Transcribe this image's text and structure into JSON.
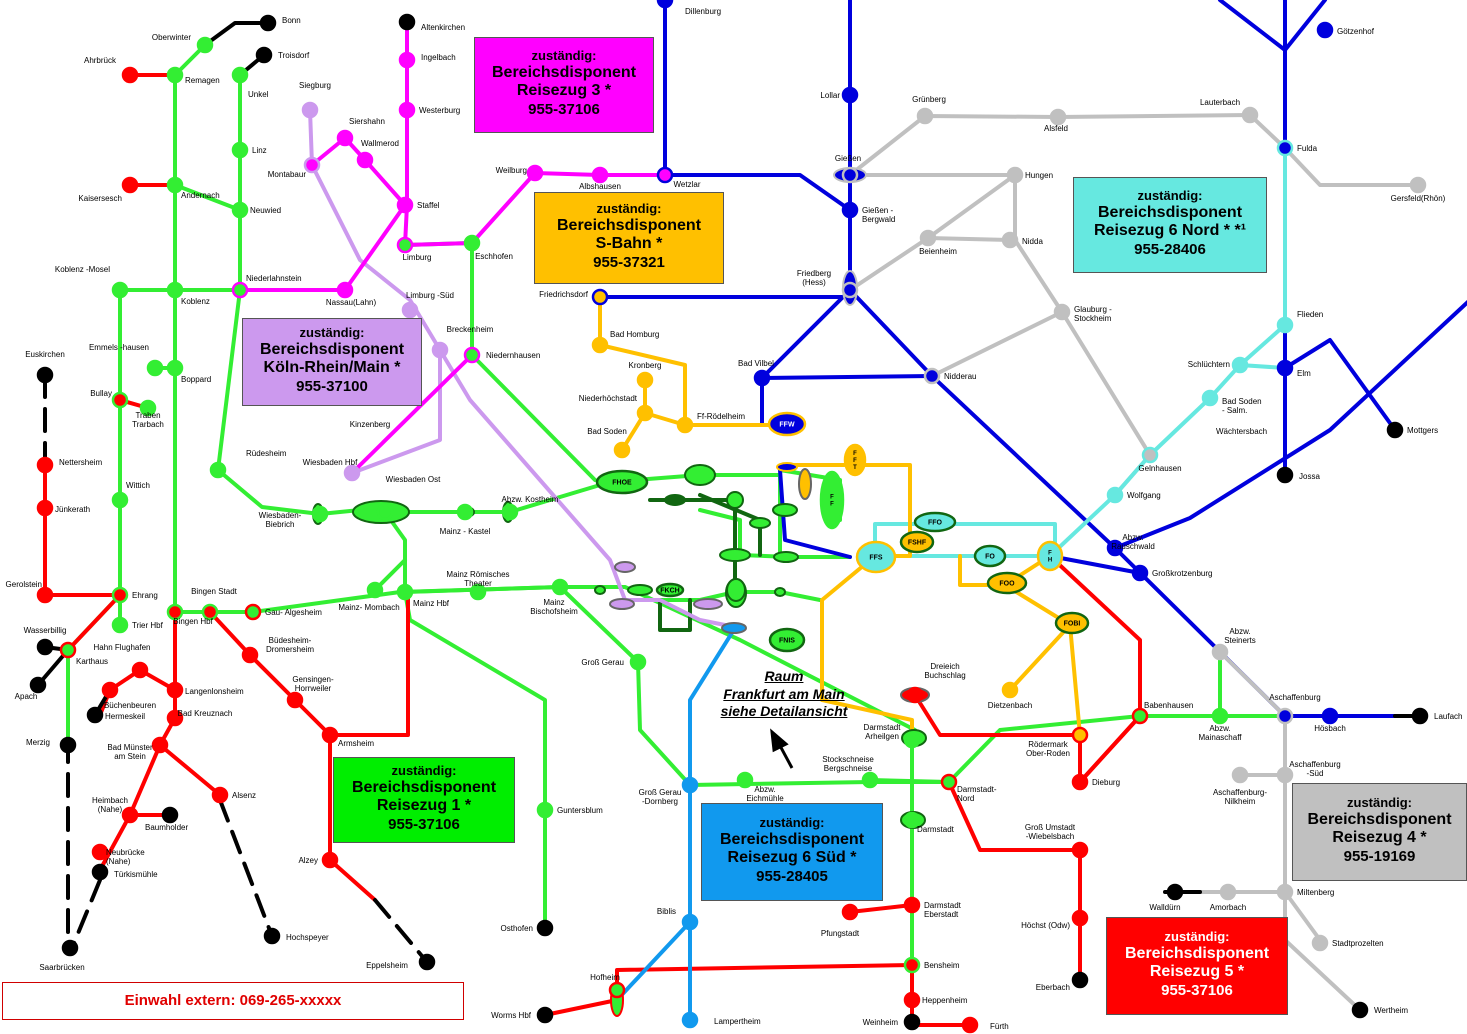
{
  "title": {
    "line1": "Raum",
    "line2": "Frankfurt am Main",
    "line3": "siehe Detailansicht"
  },
  "external_dial": "Einwahl extern: 069-265-xxxxx",
  "colors": {
    "green": "#33ee33",
    "red": "#ff0000",
    "blue": "#0000dd",
    "magenta": "#ff00ff",
    "lilac": "#cc99ee",
    "yellow": "#ffc000",
    "grey": "#c0c0c0",
    "cyan": "#66e8e0",
    "lightblue": "#1199ee",
    "darkgreen": "#116611"
  },
  "dispatcher_boxes": [
    {
      "id": "rz3",
      "header": "zuständig:",
      "line1": "Bereichsdisponent",
      "line2": "Reisezug 3 *",
      "phone": "955-37106",
      "bg": "#ff00ff",
      "color": "#000000"
    },
    {
      "id": "sbahn",
      "header": "zuständig:",
      "line1": "Bereichsdisponent",
      "line2": "S-Bahn *",
      "phone": "955-37321",
      "bg": "#ffc000",
      "color": "#000000"
    },
    {
      "id": "krm",
      "header": "zuständig:",
      "line1": "Bereichsdisponent",
      "line2": "Köln-Rhein/Main *",
      "phone": "955-37100",
      "bg": "#cc99ee",
      "color": "#000000"
    },
    {
      "id": "rz6n",
      "header": "zuständig:",
      "line1": "Bereichsdisponent",
      "line2": "Reisezug 6 Nord * *¹",
      "phone": "955-28406",
      "bg": "#66e8e0",
      "color": "#000000"
    },
    {
      "id": "rz1",
      "header": "zuständig:",
      "line1": "Bereichsdisponent",
      "line2": "Reisezug 1 *",
      "phone": "955-37106",
      "bg": "#00ee00",
      "color": "#000000"
    },
    {
      "id": "rz6s",
      "header": "zuständig:",
      "line1": "Bereichsdisponent",
      "line2": "Reisezug 6 Süd *",
      "phone": "955-28405",
      "bg": "#1199ee",
      "color": "#000000"
    },
    {
      "id": "rz4",
      "header": "zuständig:",
      "line1": "Bereichsdisponent",
      "line2": "Reisezug 4 *",
      "phone": "955-19169",
      "bg": "#c0c0c0",
      "color": "#000000"
    },
    {
      "id": "rz5",
      "header": "zuständig:",
      "line1": "Bereichsdisponent",
      "line2": "Reisezug 5 *",
      "phone": "955-37106",
      "bg": "#ff0000",
      "color": "#ffffff"
    }
  ],
  "stations": {
    "bonn": "Bonn",
    "oberwinter": "Oberwinter",
    "troisdorf": "Troisdorf",
    "ahrbrueck": "Ahrbrück",
    "remagen": "Remagen",
    "unkel": "Unkel",
    "linz": "Linz",
    "kaisersesch": "Kaisersesch",
    "andernach": "Andernach",
    "neuwied": "Neuwied",
    "koblenz_mosel": "Koblenz -Mosel",
    "koblenz": "Koblenz",
    "niederlahnstein": "Niederlahnstein",
    "emmelshausen": "Emmels -hausen",
    "boppard": "Boppard",
    "euskirchen": "Euskirchen",
    "bullay": "Bullay",
    "traben": "Traben Trarbach",
    "nettersheim": "Nettersheim",
    "wittich": "Wittich",
    "juenkerath": "Jünkerath",
    "ruedesheim": "Rüdesheim",
    "gerolstein": "Gerolstein",
    "ehrang": "Ehrang",
    "bingen_stadt": "Bingen Stadt",
    "bingen_hbf": "Bingen Hbf",
    "wasserbillig": "Wasserbillig",
    "trier": "Trier Hbf",
    "karthaus": "Karthaus",
    "hahn": "Hahn Flughafen",
    "apach": "Apach",
    "buechenbeuren": "Büchenbeuren",
    "hermeskeil": "Hermeskeil",
    "langenlonsheim": "Langenlonsheim",
    "merzig": "Merzig",
    "bad_kreuznach": "Bad Kreuznach",
    "bad_muenster": "Bad Münster am Stein",
    "heimbach": "Heimbach (Nahe)",
    "alsenz": "Alsenz",
    "baumholder": "Baumholder",
    "neubruecke": "Neubrücke (Nahe)",
    "tuerkismuehle": "Türkismühle",
    "saarbruecken": "Saarbrücken",
    "hochspeyer": "Hochspeyer",
    "eppelsheim": "Eppelsheim",
    "alzey": "Alzey",
    "armsheim": "Armsheim",
    "gensingen": "Gensingen- Horrweiler",
    "buedesheim": "Büdesheim- Dromersheim",
    "gau_algesheim": "Gau- Algesheim",
    "siegburg": "Siegburg",
    "siershahn": "Siershahn",
    "wallmerod": "Wallmerod",
    "montabaur": "Montabaur",
    "altenkirchen": "Altenkirchen",
    "ingelbach": "Ingelbach",
    "westerburg": "Westerburg",
    "staffel": "Staffel",
    "limburg": "Limburg",
    "limburg_sued": "Limburg -Süd",
    "nassau": "Nassau(Lahn)",
    "eschhofen": "Eschhofen",
    "weilburg": "Weilburg",
    "albshausen": "Albshausen",
    "wetzlar": "Wetzlar",
    "dillenburg": "Dillenburg",
    "lollar": "Lollar",
    "giessen": "Gießen",
    "giessen_bergwald": "Gießen - Bergwald",
    "gruenberg": "Grünberg",
    "alsfeld": "Alsfeld",
    "lauterbach": "Lauterbach",
    "goetzenhof": "Götzenhof",
    "fulda": "Fulda",
    "gersfeld": "Gersfeld(Rhön)",
    "hungen": "Hungen",
    "beienheim": "Beienheim",
    "nidda": "Nidda",
    "friedberg": "Friedberg (Hess)",
    "friedrichsdorf": "Friedrichsdorf",
    "glauburg": "Glauburg - Stockheim",
    "bad_homburg": "Bad Homburg",
    "breckenheim": "Breckenheim",
    "niedernhausen": "Niedernhausen",
    "bad_vilbel": "Bad Vilbel",
    "nidderau": "Nidderau",
    "kronberg": "Kronberg",
    "niederhoechstadt": "Niederhöchstadt",
    "ff_roedelheim": "Ff-Rödelheim",
    "bad_soden": "Bad Soden",
    "kinzenberg": "Kinzenberg",
    "wiesbaden_hbf": "Wiesbaden Hbf",
    "wiesbaden_ost": "Wiesbaden Ost",
    "wiesbaden_biebrich": "Wiesbaden- Biebrich",
    "mainz_kastel": "Mainz - Kastel",
    "kostheim": "Abzw. Kostheim",
    "mainz_rt": "Mainz Römisches Theater",
    "mainz_hbf": "Mainz Hbf",
    "mainz_mombach": "Mainz- Mombach",
    "bischofsheim": "Mainz Bischofsheim",
    "gross_gerau": "Groß Gerau",
    "gg_dornberg": "Groß Gerau -Dornberg",
    "eichmuehle": "Abzw. Eichmühle",
    "guntersblum": "Guntersblum",
    "osthofen": "Osthofen",
    "biblis": "Biblis",
    "hofheim": "Hofheim",
    "worms": "Worms Hbf",
    "lampertheim": "Lampertheim",
    "weinheim": "Weinheim",
    "fuerth": "Fürth",
    "heppenheim": "Heppenheim",
    "bensheim": "Bensheim",
    "pfungstadt": "Pfungstadt",
    "da_eberstadt": "Darmstadt Eberstadt",
    "darmstadt": "Darmstadt",
    "da_arheilgen": "Darmstadt Arheilgen",
    "stockschneise": "Stockschneise Bergschneise",
    "da_nord": "Darmstadt- Nord",
    "dreieich": "Dreieich Buchschlag",
    "dietzenbach": "Dietzenbach",
    "roedermark": "Rödermark Ober-Roden",
    "dieburg": "Dieburg",
    "gross_umstadt": "Groß Umstadt -Wiebelsbach",
    "hoechst_odw": "Höchst (Odw)",
    "eberbach": "Eberbach",
    "babenhausen": "Babenhausen",
    "mainaschaff": "Abzw. Mainaschaff",
    "aschaffenburg": "Aschaffenburg",
    "hoesbach": "Hösbach",
    "laufach": "Laufach",
    "steinerts": "Abzw. Steinerts",
    "asch_sued": "Aschaffenburg -Süd",
    "nilkheim": "Aschaffenburg- Nilkheim",
    "miltenberg": "Miltenberg",
    "amorbach": "Amorbach",
    "wallduern": "Walldürn",
    "stadtprozelten": "Stadtprozelten",
    "wertheim": "Wertheim",
    "grosskrotzenburg": "Großkrotzenburg",
    "rauschwald": "Abzw. Rauschwald",
    "wolfgang": "Wolfgang",
    "gelnhausen": "Gelnhausen",
    "waechtersbach": "Wächtersbach",
    "bad_soden_salm": "Bad Soden - Salm.",
    "schluechtern": "Schlüchtern",
    "elm": "Elm",
    "flieden": "Flieden",
    "jossa": "Jossa",
    "mottgers": "Mottgers"
  },
  "nodes": {
    "ffw": "FFW",
    "fft": "F F T",
    "ff": "F F",
    "fhoe": "FHOE",
    "ffs": "FFS",
    "fshf": "FSHF",
    "ffo": "FFO",
    "fo": "FO",
    "foo": "FOO",
    "fh": "F H",
    "fobi": "FOBI",
    "fnis": "FNIS",
    "fkch": "FKCH"
  },
  "chart_data": {
    "type": "network",
    "lines": [
      {
        "color": "red",
        "stations": [
          "Ahrbrück",
          "Remagen"
        ]
      },
      {
        "color": "green",
        "stations": [
          "Bonn",
          "Oberwinter",
          "Remagen",
          "Andernach",
          "Koblenz",
          "Boppard",
          "Bingen Hbf",
          "Bingen Stadt",
          "Gau- Algesheim",
          "Mainz Hbf"
        ]
      },
      {
        "color": "green",
        "stations": [
          "Troisdorf",
          "Unkel",
          "Linz",
          "Neuwied",
          "Niederlahnstein",
          "Rüdesheim",
          "Wiesbaden- Biebrich",
          "Wiesbaden Ost"
        ]
      },
      {
        "color": "magenta",
        "stations": [
          "Altenkirchen",
          "Ingelbach",
          "Westerburg",
          "Staffel",
          "Limburg"
        ]
      },
      {
        "color": "magenta",
        "stations": [
          "Niederlahnstein",
          "Nassau(Lahn)",
          "Limburg",
          "Eschhofen",
          "Weilburg",
          "Albshausen",
          "Wetzlar"
        ]
      },
      {
        "color": "blue",
        "stations": [
          "Dillenburg",
          "Wetzlar",
          "Lollar",
          "Gießen",
          "Gießen - Bergwald",
          "Friedberg (Hess)",
          "Bad Vilbel"
        ]
      },
      {
        "color": "grey",
        "stations": [
          "Gießen",
          "Grünberg",
          "Alsfeld",
          "Lauterbach",
          "Fulda",
          "Gersfeld(Rhön)"
        ]
      },
      {
        "color": "cyan",
        "stations": [
          "Fulda",
          "Flieden",
          "Schlüchtern",
          "Wächtersbach",
          "Gelnhausen",
          "Wolfgang"
        ]
      },
      {
        "color": "red",
        "stations": [
          "Gerolstein",
          "Ehrang",
          "Karthaus"
        ]
      },
      {
        "color": "red",
        "stations": [
          "Bingen Hbf",
          "Langenlonsheim",
          "Bad Kreuznach",
          "Bad Münster am Stein",
          "Alsenz"
        ]
      },
      {
        "color": "red",
        "stations": [
          "Gau- Algesheim",
          "Büdesheim- Dromersheim",
          "Gensingen- Horrweiler",
          "Armsheim",
          "Alzey",
          "Eppelsheim"
        ]
      },
      {
        "color": "green",
        "stations": [
          "Mainz Hbf",
          "Mainz Bischofsheim",
          "Groß Gerau",
          "Groß Gerau -Dornberg",
          "Darmstadt"
        ]
      },
      {
        "color": "lightblue",
        "stations": [
          "Groß Gerau -Dornberg",
          "Biblis",
          "Lampertheim"
        ]
      },
      {
        "color": "red",
        "stations": [
          "Worms Hbf",
          "Hofheim",
          "Bensheim",
          "Heppenheim",
          "Weinheim",
          "Fürth"
        ]
      },
      {
        "color": "red",
        "stations": [
          "Darmstadt- Nord",
          "Dieburg",
          "Groß Umstadt -Wiebelsbach",
          "Höchst (Odw)",
          "Eberbach"
        ]
      },
      {
        "color": "grey",
        "stations": [
          "Aschaffenburg",
          "Aschaffenburg -Süd",
          "Miltenberg",
          "Stadtprozelten",
          "Wertheim"
        ]
      },
      {
        "color": "blue",
        "stations": [
          "Aschaffenburg",
          "Hösbach",
          "Laufach"
        ]
      }
    ]
  }
}
